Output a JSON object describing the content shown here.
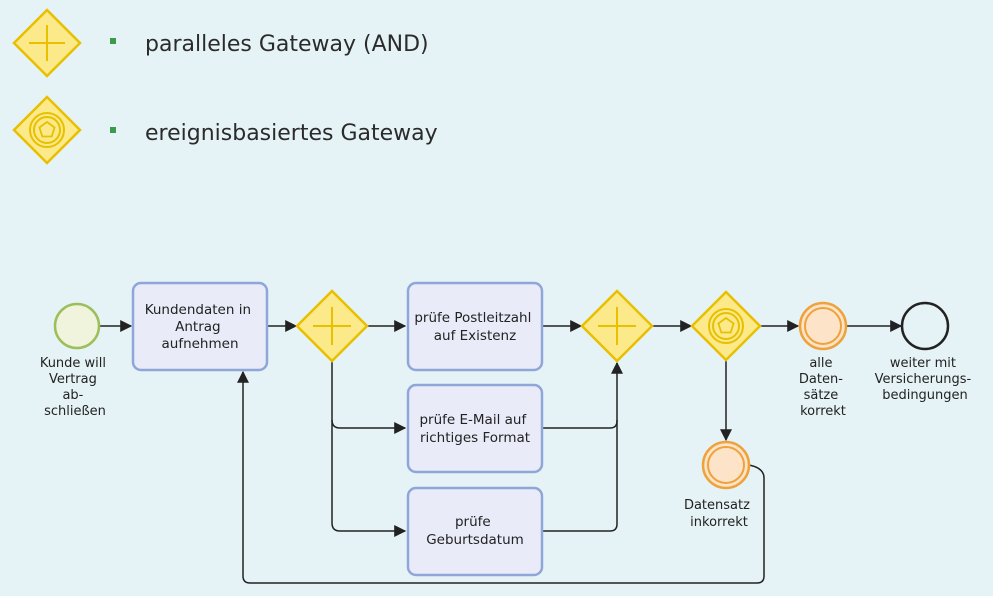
{
  "legend": {
    "items": [
      {
        "label": "paralleles Gateway (AND)",
        "icon": "parallel-gateway-icon"
      },
      {
        "label": "ereignisbasiertes Gateway",
        "icon": "event-based-gateway-icon"
      }
    ],
    "bullet_color": "#3a9b4a"
  },
  "colors": {
    "task_fill": "#e9ebf8",
    "task_stroke": "#8fa6d9",
    "gateway_fill": "#fbe98a",
    "gateway_stroke": "#e8c000",
    "start_fill": "#f1f4dc",
    "start_stroke": "#9bbf5a",
    "intermediate_fill": "#fde3c8",
    "intermediate_stroke": "#eea23c",
    "end_stroke": "#222222",
    "flow": "#222222"
  },
  "diagram": {
    "start_event": {
      "lines": [
        "Kunde will",
        "Vertrag",
        "ab-",
        "schließen"
      ]
    },
    "task_customer_data": {
      "lines": [
        "Kundendaten in",
        "Antrag",
        "aufnehmen"
      ]
    },
    "task_postcode": {
      "lines": [
        "prüfe Postleitzahl",
        "auf Existenz"
      ]
    },
    "task_email": {
      "lines": [
        "prüfe E-Mail auf",
        "richtiges Format"
      ]
    },
    "task_birthdate": {
      "lines": [
        "prüfe",
        "Geburtsdatum"
      ]
    },
    "event_correct": {
      "lines": [
        "alle",
        "Daten-",
        "sätze",
        "korrekt"
      ]
    },
    "event_incorrect": {
      "lines": [
        "Datensatz",
        "inkorrekt"
      ]
    },
    "end_event": {
      "lines": [
        "weiter mit",
        "Versicherungs-",
        "bedingungen"
      ]
    }
  }
}
